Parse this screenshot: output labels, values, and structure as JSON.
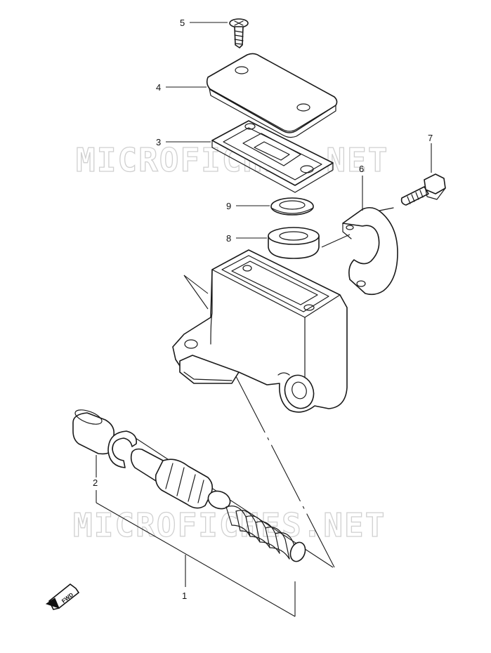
{
  "watermark": {
    "text": "MICROFICHES.NET"
  },
  "callouts": {
    "c1": "1",
    "c2": "2",
    "c3": "3",
    "c4": "4",
    "c5": "5",
    "c6": "6",
    "c7": "7",
    "c8": "8",
    "c9": "9"
  },
  "fwd_badge": {
    "label": "FWD",
    "icon": "forward-arrow-icon"
  },
  "colors": {
    "line": "#1a1a1a",
    "watermark": "#d0d0d0",
    "background": "#ffffff"
  }
}
